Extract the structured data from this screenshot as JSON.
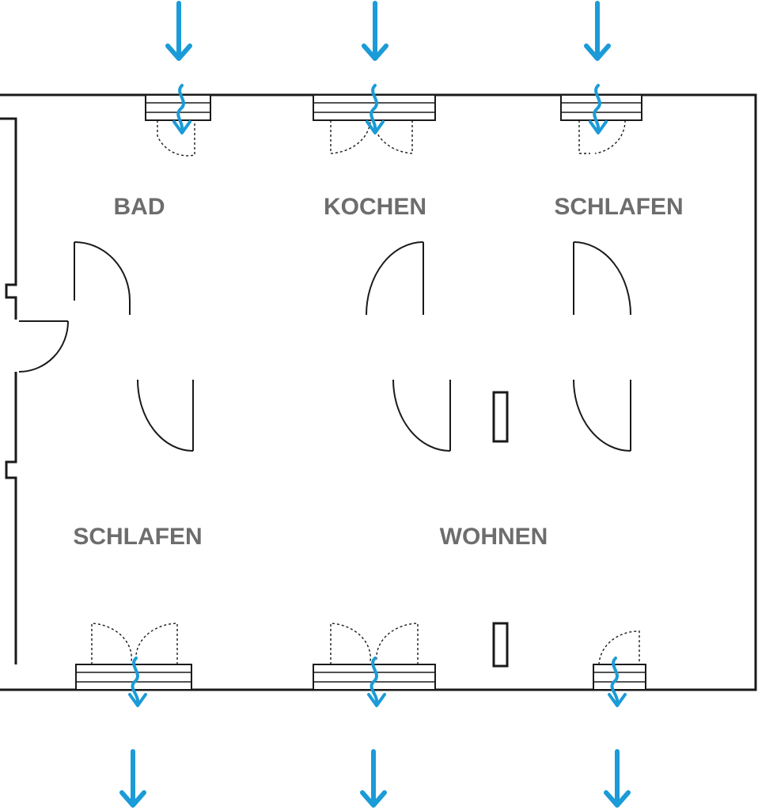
{
  "rooms": {
    "bad": "BAD",
    "kochen": "KOCHEN",
    "schlafen_top": "SCHLAFEN",
    "schlafen_bottom": "SCHLAFEN",
    "wohnen": "WOHNEN"
  },
  "colors": {
    "airflow": "#1b9bd7",
    "wall": "#1a1a1a",
    "label": "#6d6d6d"
  },
  "icons": {
    "airflow_in": "arrow-down-icon",
    "airflow_out": "arrow-down-icon"
  }
}
